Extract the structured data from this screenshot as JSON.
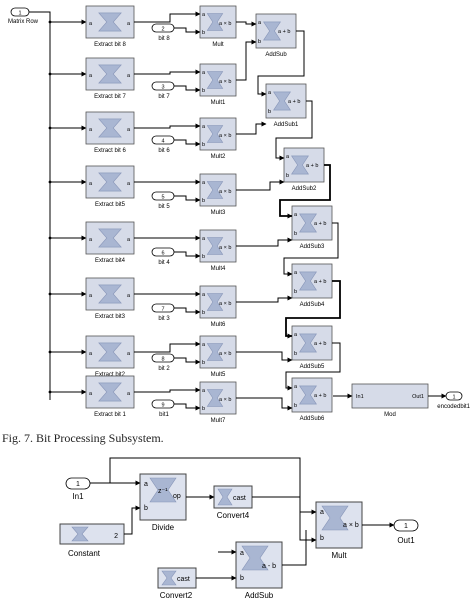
{
  "figure7": {
    "caption": "Fig. 7.   Bit Processing Subsystem.",
    "input": {
      "num": "1",
      "label": "Matrix Row"
    },
    "extract_blocks": [
      "Extract bit 8",
      "Extract bit 7",
      "Extract bit 6",
      "Extract bit5",
      "Extract bit4",
      "Extract bit3",
      "Extract bit2",
      "Extract bit 1"
    ],
    "constants": [
      {
        "num": "2",
        "label": "bit 8"
      },
      {
        "num": "3",
        "label": "bit 7"
      },
      {
        "num": "4",
        "label": "bit 6"
      },
      {
        "num": "5",
        "label": "bit 5"
      },
      {
        "num": "6",
        "label": "bit 4"
      },
      {
        "num": "7",
        "label": "bit 3"
      },
      {
        "num": "8",
        "label": "bit 2"
      },
      {
        "num": "9",
        "label": "bit1"
      }
    ],
    "mult_blocks": [
      "Mult",
      "Mult1",
      "Mult2",
      "Mult3",
      "Mult4",
      "Mult6",
      "Mult5",
      "Mult7"
    ],
    "addsub_blocks": [
      "AddSub",
      "AddSub1",
      "AddSub2",
      "AddSub3",
      "AddSub4",
      "AddSub5",
      "AddSub6"
    ],
    "mult_op": "a × b",
    "add_op": "a + b",
    "mod_block": {
      "label": "Mod",
      "in": "In1",
      "out": "Out1"
    },
    "output": {
      "num": "1",
      "label": "encodedbit1"
    }
  },
  "figure8": {
    "in1": {
      "num": "1",
      "label": "In1"
    },
    "divide": {
      "label": "Divide",
      "inner": "z⁻¹",
      "port_a": "a",
      "port_b": "b",
      "port_op": "op"
    },
    "convert4": {
      "label": "Convert4",
      "inner": "cast"
    },
    "constant": {
      "label": "Constant",
      "value": "2"
    },
    "mult": {
      "label": "Mult",
      "op": "a × b"
    },
    "out1": {
      "num": "1",
      "label": "Out1"
    },
    "convert2": {
      "label": "Convert2",
      "inner": "cast"
    },
    "addsub": {
      "label": "AddSub",
      "op": "a - b"
    }
  }
}
